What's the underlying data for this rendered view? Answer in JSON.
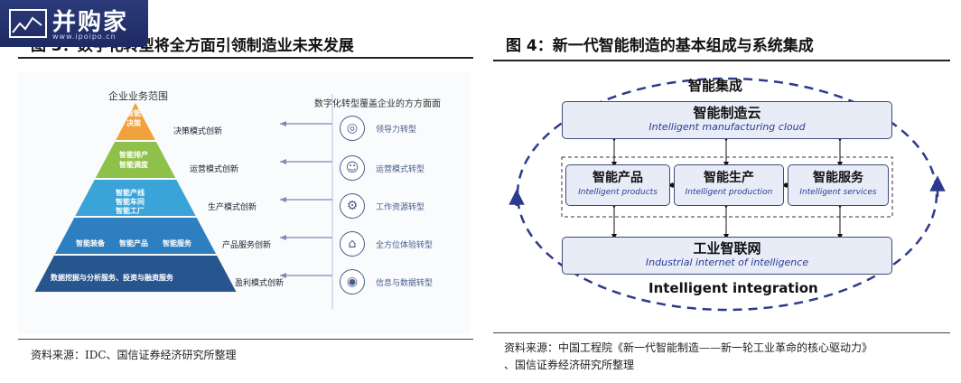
{
  "left": {
    "title": "图 3：数字化转型将全方面引领制造业未来发展",
    "pyramid": {
      "left_header": "企业业务范围",
      "right_header": "数字化转型覆盖企业的方方面面",
      "levels": [
        {
          "color": "#f2a23a",
          "items": [
            "智能",
            "决策"
          ],
          "label": "决策模式创新"
        },
        {
          "color": "#8fc04a",
          "items": [
            "智能排产",
            "智能调度"
          ],
          "label": "运营模式创新"
        },
        {
          "color": "#3aa3d8",
          "items": [
            "智能产线",
            "智能车间",
            "智能工厂"
          ],
          "label": "生产模式创新"
        },
        {
          "color": "#2e7fc0",
          "items": [
            "智能装备",
            "智能产品",
            "智能服务"
          ],
          "label": "产品服务创新"
        },
        {
          "color": "#27568f",
          "items": [
            "数据挖掘与分析服务、投资与融资服务"
          ],
          "label": "盈利模式创新"
        }
      ],
      "transforms": [
        {
          "icon": "target-icon",
          "glyph": "◎",
          "label": "领导力转型"
        },
        {
          "icon": "people-icon",
          "glyph": "☺",
          "label": "运营模式转型"
        },
        {
          "icon": "gear-icon",
          "glyph": "⚙",
          "label": "工作资源转型"
        },
        {
          "icon": "lock-icon",
          "glyph": "⌂",
          "label": "全方位体验转型"
        },
        {
          "icon": "signal-icon",
          "glyph": "◉",
          "label": "信息与数据转型"
        }
      ]
    },
    "source": "资料来源：IDC、国信证券经济研究所整理"
  },
  "right": {
    "title": "图 4：新一代智能制造的基本组成与系统集成",
    "top_label": "智能集成",
    "cloud": {
      "zh": "智能制造云",
      "en": "Intelligent manufacturing cloud"
    },
    "products": {
      "zh": "智能产品",
      "en": "Intelligent products"
    },
    "production": {
      "zh": "智能生产",
      "en": "Intelligent production"
    },
    "services": {
      "zh": "智能服务",
      "en": "Intelligent services"
    },
    "internet": {
      "zh": "工业智联网",
      "en": "Industrial internet of intelligence"
    },
    "bottom_label": "Intelligent integration",
    "source_line1": "资料来源：中国工程院《新一代智能制造——新一轮工业革命的核心驱动力》",
    "source_line2": "、国信证券经济研究所整理"
  },
  "logo": {
    "text": "并购家",
    "sub": "www.ipoipo.cn"
  },
  "colors": {
    "arrow": "#2d3a8c",
    "node_border": "#3c4a78",
    "node_fill": "#e8ecf6"
  }
}
